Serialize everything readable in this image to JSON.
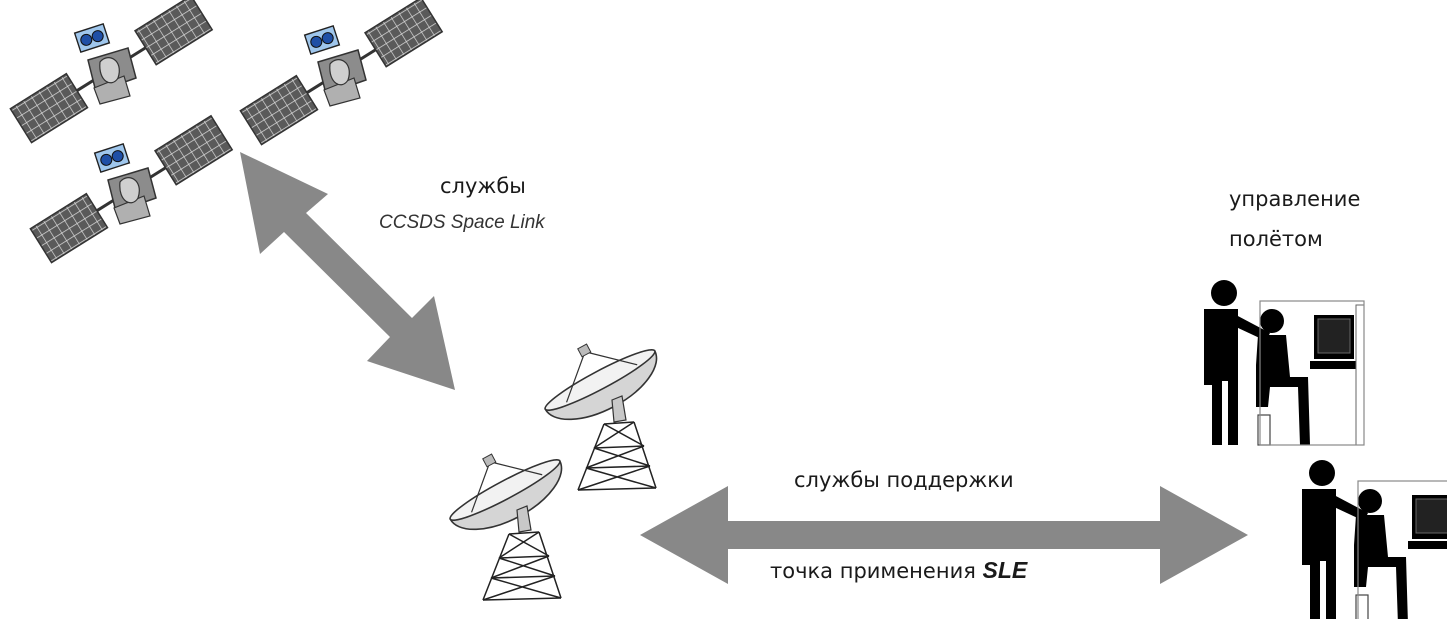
{
  "labels": {
    "space_link_title": "службы",
    "space_link_subtitle": "CCSDS Space Link",
    "mission_control_line1": "управление",
    "mission_control_line2": "полётом",
    "support_services": "службы поддержки",
    "sle_point_prefix": "точка применения",
    "sle_point_emphasis": "SLE"
  },
  "colors": {
    "arrow": "#8a8a8a",
    "panel": "#555555",
    "satellite_body": "#7f7f7f",
    "satellite_lens": "#4a7fc8",
    "dish": "#d8d8d8",
    "figure": "#000000"
  },
  "icons": {
    "satellite": "satellite-icon",
    "antenna": "ground-antenna-icon",
    "operator": "operator-workstation-icon"
  }
}
